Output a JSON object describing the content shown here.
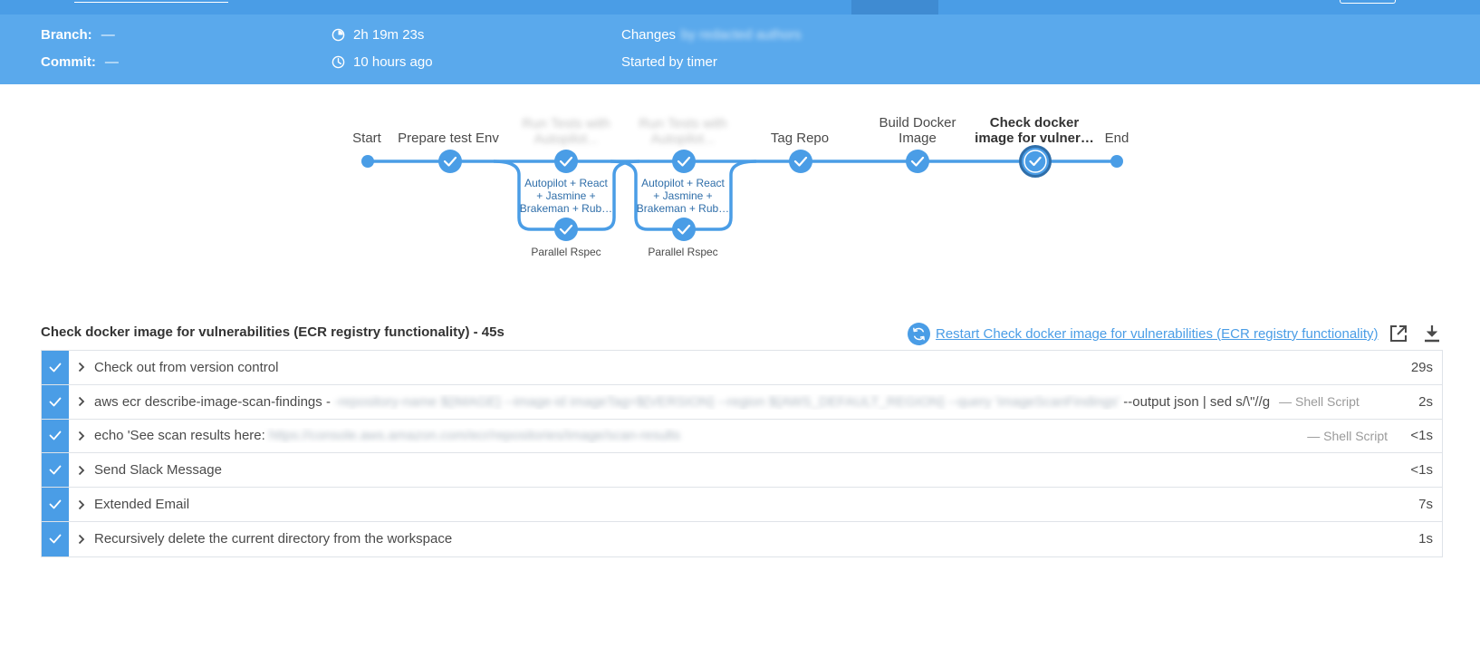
{
  "header": {
    "branch_label": "Branch:",
    "branch_value": "—",
    "commit_label": "Commit:",
    "commit_value": "—",
    "duration": "2h 19m 23s",
    "started_ago": "10 hours ago",
    "changes_label": "Changes",
    "changes_by": "by redacted authors",
    "started_by": "Started by timer"
  },
  "pipeline": {
    "stages": [
      {
        "label": "Start",
        "type": "endpoint"
      },
      {
        "label": "Prepare test Env",
        "status": "success"
      },
      {
        "label": "Run Tests with Autopilot...",
        "status": "success",
        "blurred": true
      },
      {
        "label": "Run Tests with Autopilot...",
        "status": "success",
        "blurred": true
      },
      {
        "label": "Tag Repo",
        "status": "success"
      },
      {
        "label_line1": "Build Docker",
        "label_line2": "Image",
        "status": "success"
      },
      {
        "label_line1": "Check docker",
        "label_line2": "image for vulner…",
        "status": "success",
        "selected": true
      },
      {
        "label": "End",
        "type": "endpoint"
      }
    ],
    "parallel_branch_label_lines": [
      "Autopilot + React",
      "+ Jasmine +",
      "Brakeman + Rub…"
    ],
    "parallel_rspec_label": "Parallel Rspec"
  },
  "run": {
    "title": "Check docker image for vulnerabilities (ECR registry functionality) - 45s",
    "restart_label": "Restart Check docker image for vulnerabilities (ECR registry functionality)"
  },
  "steps": [
    {
      "text": "Check out from version control",
      "duration": "29s"
    },
    {
      "text": "aws ecr describe-image-scan-findings -",
      "blurred": "-repository-name ${IMAGE} --image-id imageTag=${VERSION} --region ${AWS_DEFAULT_REGION} --query 'imageScanFindings'",
      "suffix": "--output json | sed s/\\\"//g",
      "type": "— Shell Script",
      "duration": "2s"
    },
    {
      "text": "echo 'See scan results here:",
      "blurred": "https://console.aws.amazon.com/ecr/repositories/image/scan-results",
      "type": "— Shell Script",
      "duration": "<1s"
    },
    {
      "text": "Send Slack Message",
      "duration": "<1s"
    },
    {
      "text": "Extended Email",
      "duration": "7s"
    },
    {
      "text": "Recursively delete the current directory from the workspace",
      "duration": "1s"
    }
  ],
  "colors": {
    "accent": "#4a9de6",
    "header_bg": "#5aa9ec",
    "success": "#4a9de6"
  }
}
